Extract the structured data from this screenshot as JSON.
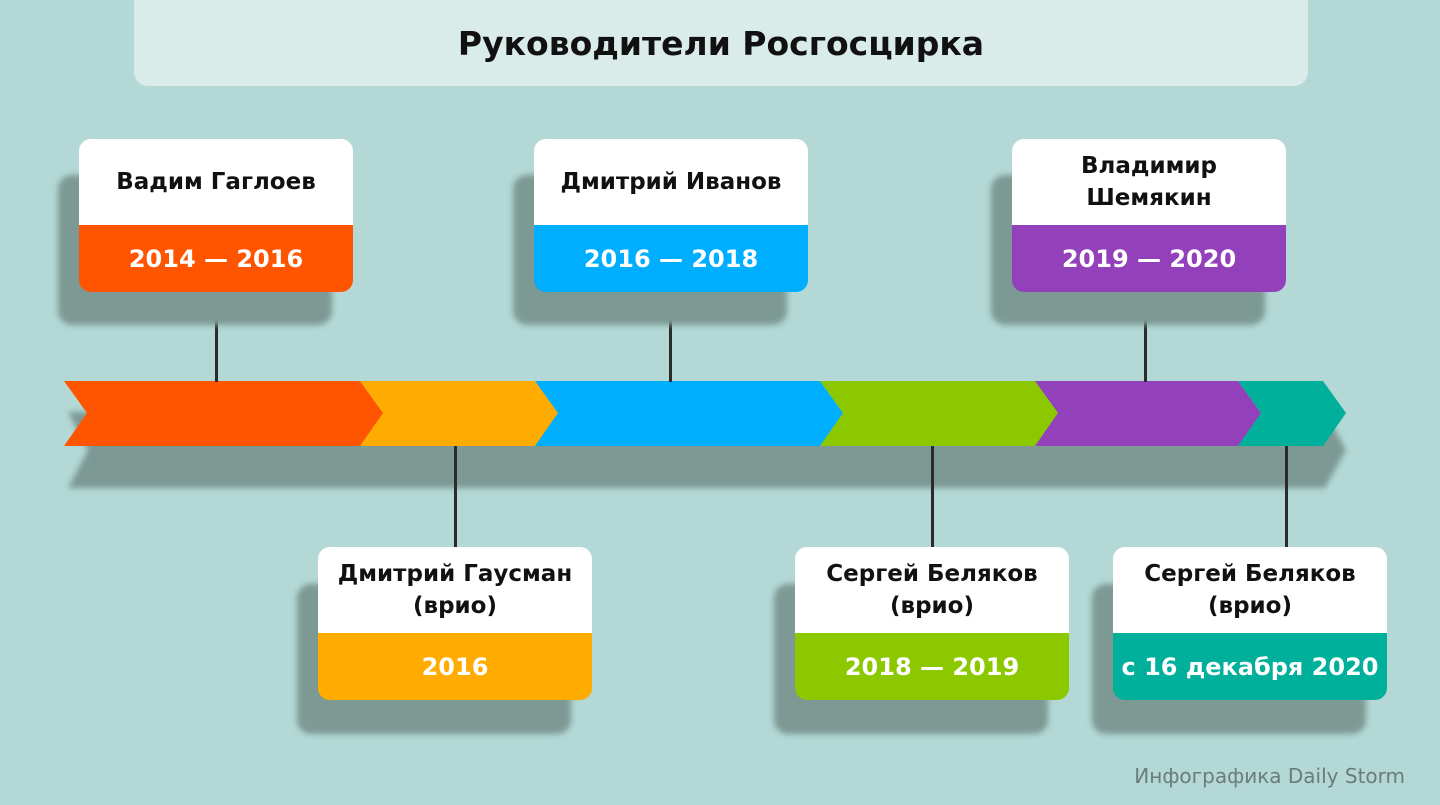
{
  "title": "Руководители Росгосцирка",
  "credit": "Инфографика Daily Storm",
  "colors": {
    "orange_red": "#ff5500",
    "amber": "#ffab00",
    "sky_blue": "#00aeff",
    "lime": "#8cc800",
    "purple": "#9340bb",
    "teal": "#00b09a"
  },
  "leaders": [
    {
      "name": "Вадим Гаглоев",
      "period": "2014 — 2016",
      "color": "#ff5500"
    },
    {
      "name": "Дмитрий Гаусман (врио)",
      "period": "2016",
      "color": "#ffab00"
    },
    {
      "name": "Дмитрий Иванов",
      "period": "2016 — 2018",
      "color": "#00aeff"
    },
    {
      "name": "Сергей Беляков (врио)",
      "period": "2018 — 2019",
      "color": "#8cc800"
    },
    {
      "name": "Владимир Шемякин",
      "period": "2019 — 2020",
      "color": "#9340bb"
    },
    {
      "name": "Сергей Беляков (врио)",
      "period": "с 16 декабря 2020",
      "color": "#00b09a"
    }
  ]
}
